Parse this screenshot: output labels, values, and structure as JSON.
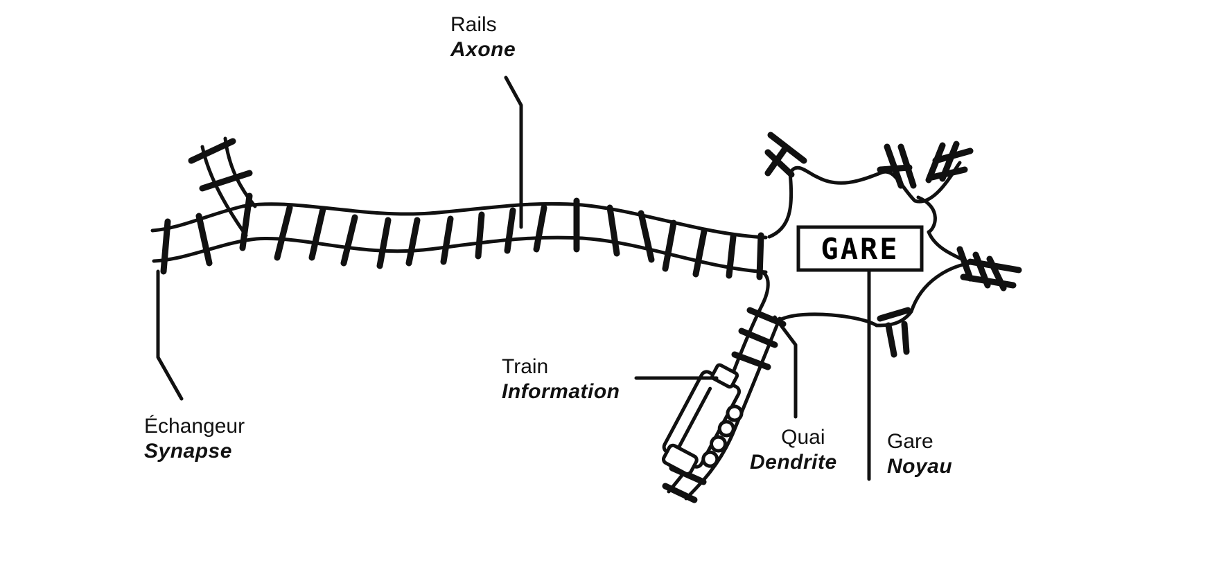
{
  "sign": {
    "text": "GARE"
  },
  "labels": {
    "rails": {
      "term": "Rails",
      "meaning": "Axone"
    },
    "echangeur": {
      "term": "Échangeur",
      "meaning": "Synapse"
    },
    "train": {
      "term": "Train",
      "meaning": "Information"
    },
    "quai": {
      "term": "Quai",
      "meaning": "Dendrite"
    },
    "gare": {
      "term": "Gare",
      "meaning": "Noyau"
    }
  },
  "colors": {
    "ink": "#111111",
    "background": "#ffffff"
  }
}
